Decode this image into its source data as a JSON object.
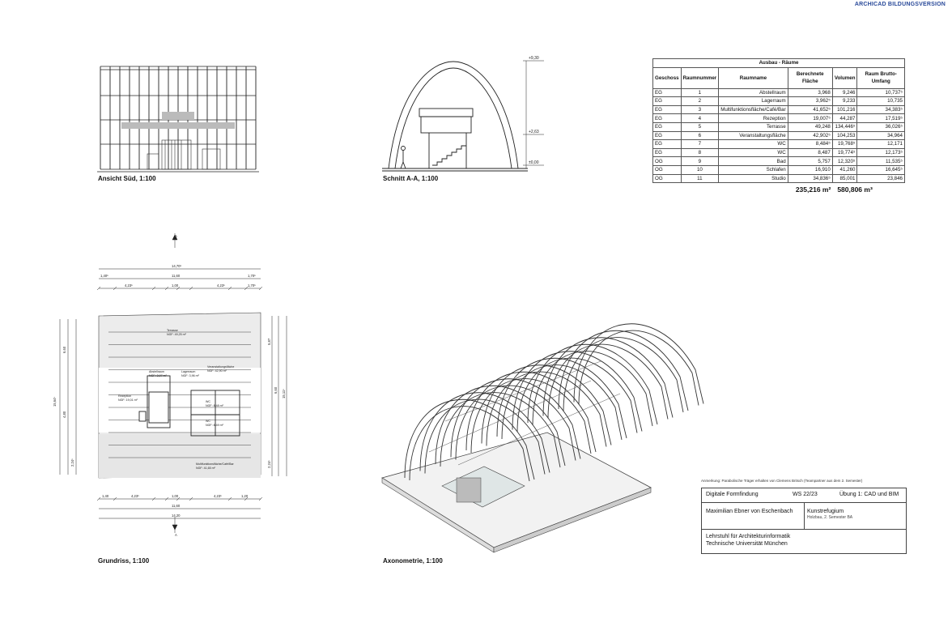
{
  "watermark": "ARCHICAD BILDUNGSVERSION",
  "captions": {
    "south": "Ansicht Süd, 1:100",
    "section": "Schnitt A-A, 1:100",
    "plan": "Grundriss, 1:100",
    "axo": "Axonometrie, 1:100"
  },
  "section_levels": [
    "+9,30",
    "+2,63",
    "±0,00"
  ],
  "room_table": {
    "title": "Ausbau - Räume",
    "headers": [
      "Geschoss",
      "Raumnummer",
      "Raumname",
      "Berechnete Fläche",
      "Volumen",
      "Raum Brutto-Umfang"
    ],
    "rows": [
      [
        "EG",
        "1",
        "Abstellraum",
        "3,968",
        "9,246",
        "10,737⁵"
      ],
      [
        "EG",
        "2",
        "Lagerraum",
        "3,962⁵",
        "9,233",
        "10,735"
      ],
      [
        "EG",
        "3",
        "Multifunktionsfläche/Café/Bar",
        "41,652⁵",
        "101,216",
        "34,383⁵"
      ],
      [
        "EG",
        "4",
        "Rezeption",
        "19,007⁵",
        "44,287",
        "17,519⁵"
      ],
      [
        "EG",
        "5",
        "Terrasse",
        "49,248",
        "134,446⁵",
        "36,026⁵"
      ],
      [
        "EG",
        "6",
        "Veranstaltungsfläche",
        "42,902⁵",
        "104,253",
        "34,964"
      ],
      [
        "EG",
        "7",
        "WC",
        "8,484⁵",
        "19,768⁵",
        "12,171"
      ],
      [
        "EG",
        "8",
        "WC",
        "8,487",
        "19,774⁵",
        "12,173⁵"
      ],
      [
        "OG",
        "9",
        "Bad",
        "5,757",
        "12,320⁵",
        "11,535⁵"
      ],
      [
        "OG",
        "10",
        "Schlafen",
        "16,910",
        "41,260",
        "16,645⁵"
      ],
      [
        "OG",
        "11",
        "Studio",
        "34,836⁵",
        "85,001",
        "23,846"
      ]
    ],
    "total_area": "235,216 m²",
    "total_volume": "580,806 m³"
  },
  "plan": {
    "section_marker": "A",
    "dims_top": [
      "14,70⁵",
      "11,60",
      "1,40⁵",
      "1,70⁵",
      "4,23⁵",
      "1,00",
      "4,23⁵",
      "1,70⁵"
    ],
    "dims_bottom": [
      "1,40",
      "4,23⁵",
      "1,00",
      "4,23⁵",
      "1,20",
      "11,60",
      "14,20"
    ],
    "dims_left": [
      "15,64⁵",
      "6,60",
      "4,80",
      "2,24⁵"
    ],
    "dims_right": [
      "5,87",
      "6,60",
      "15,11⁵",
      "2,24⁵"
    ],
    "room_labels": [
      {
        "name": "Terrasse",
        "ngf": "NGF: 49,25 m²"
      },
      {
        "name": "Abstellraum",
        "ngf": "NGF: 3,97 m²"
      },
      {
        "name": "Lagerraum",
        "ngf": "NGF: 3,96 m²"
      },
      {
        "name": "Veranstaltungsfläche",
        "ngf": "NGF: 42,90 m²"
      },
      {
        "name": "Rezeption",
        "ngf": "NGF: 19,01 m²"
      },
      {
        "name": "WC",
        "ngf": "NGF: 8,48 m²"
      },
      {
        "name": "WC",
        "ngf": "NGF: 8,49 m²"
      },
      {
        "name": "Multifunktionsfläche/Café/Bar",
        "ngf": "NGF: 41,65 m²"
      }
    ]
  },
  "titleblock": {
    "note": "Anmerkung: Parabolische Träger erhalten von Clemens Britsch (Teampartner aus dem 2. Semester)",
    "subject": "Digitale Formfindung",
    "semester": "WS 22/23",
    "exercise": "Übung 1: CAD und BIM",
    "author": "Maximilian Ebner von Eschenbach",
    "project": "Kunstrefugium",
    "project_sub": "Holzbau, 2. Semester BA",
    "chair": "Lehrstuhl für Architekturinformatik",
    "university": "Technische Universität München"
  }
}
